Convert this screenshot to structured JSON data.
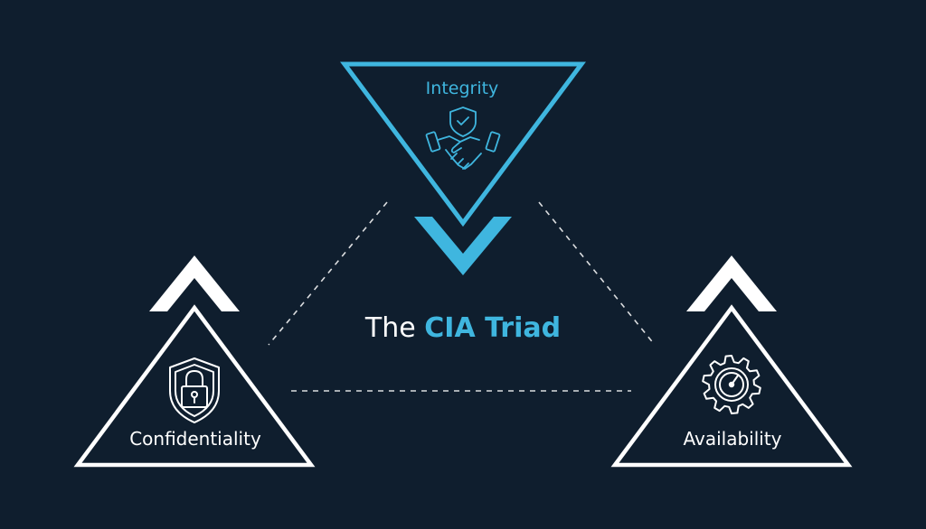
{
  "title": {
    "prefix": "The ",
    "emphasis": "CIA Triad"
  },
  "nodes": {
    "integrity": {
      "label": "Integrity",
      "icon": "handshake-shield-icon"
    },
    "confidentiality": {
      "label": "Confidentiality",
      "icon": "shield-lock-icon"
    },
    "availability": {
      "label": "Availability",
      "icon": "gear-gauge-icon"
    }
  },
  "colors": {
    "background": "#0f1e2e",
    "accent": "#3fb6df",
    "foreground": "#ffffff"
  }
}
